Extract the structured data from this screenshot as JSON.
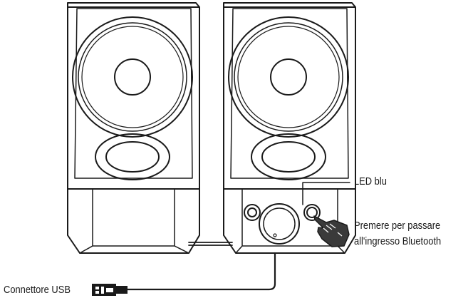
{
  "labels": {
    "led": "LED blu",
    "press_line1": "Premere per passare",
    "press_line2": "all'ingresso Bluetooth",
    "usb": "Connettore USB"
  },
  "colors": {
    "ink": "#1a1a1a",
    "background": "#ffffff",
    "hand_fill": "#3a3a3a"
  },
  "icons": {
    "hand": "pointing-hand-icon",
    "usb_plug": "usb-plug-icon"
  }
}
